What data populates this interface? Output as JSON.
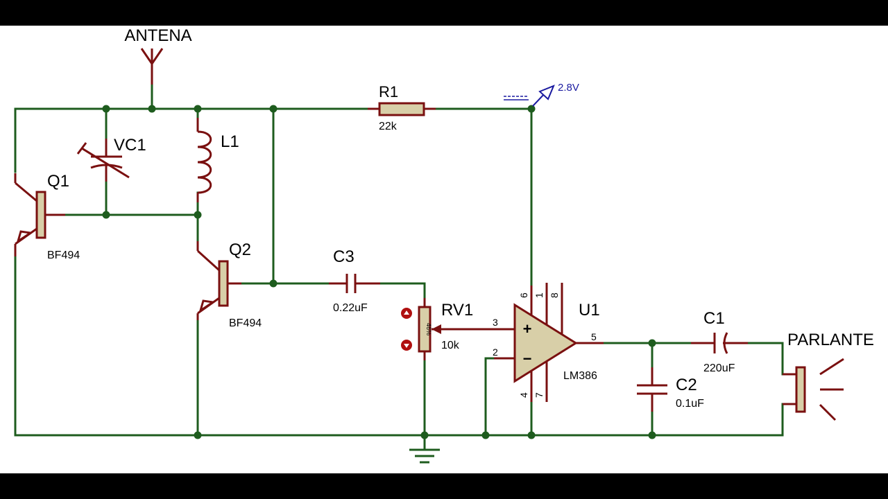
{
  "labels": {
    "antenna": "ANTENA",
    "r1_ref": "R1",
    "r1_val": "22k",
    "vc1_ref": "VC1",
    "l1_ref": "L1",
    "q1_ref": "Q1",
    "q1_val": "BF494",
    "q2_ref": "Q2",
    "q2_val": "BF494",
    "c3_ref": "C3",
    "c3_val": "0.22uF",
    "rv1_ref": "RV1",
    "rv1_val": "10k",
    "rv1_pct": "46%",
    "u1_ref": "U1",
    "u1_val": "LM386",
    "c1_ref": "C1",
    "c1_val": "220uF",
    "c2_ref": "C2",
    "c2_val": "0.1uF",
    "speaker": "PARLANTE",
    "probe_voltage": "2.8V",
    "pins": {
      "p6": "6",
      "p1": "1",
      "p8": "8",
      "p3": "3",
      "p2": "2",
      "p5": "5",
      "p4": "4",
      "p7": "7"
    },
    "opamp_plus": "+",
    "opamp_minus": "−"
  },
  "colors": {
    "wire": "#1e5c1e",
    "component": "#7a1010",
    "body_fill": "#d8cfa8",
    "probe": "#1a1aa0",
    "junction": "#1e5c1e"
  }
}
